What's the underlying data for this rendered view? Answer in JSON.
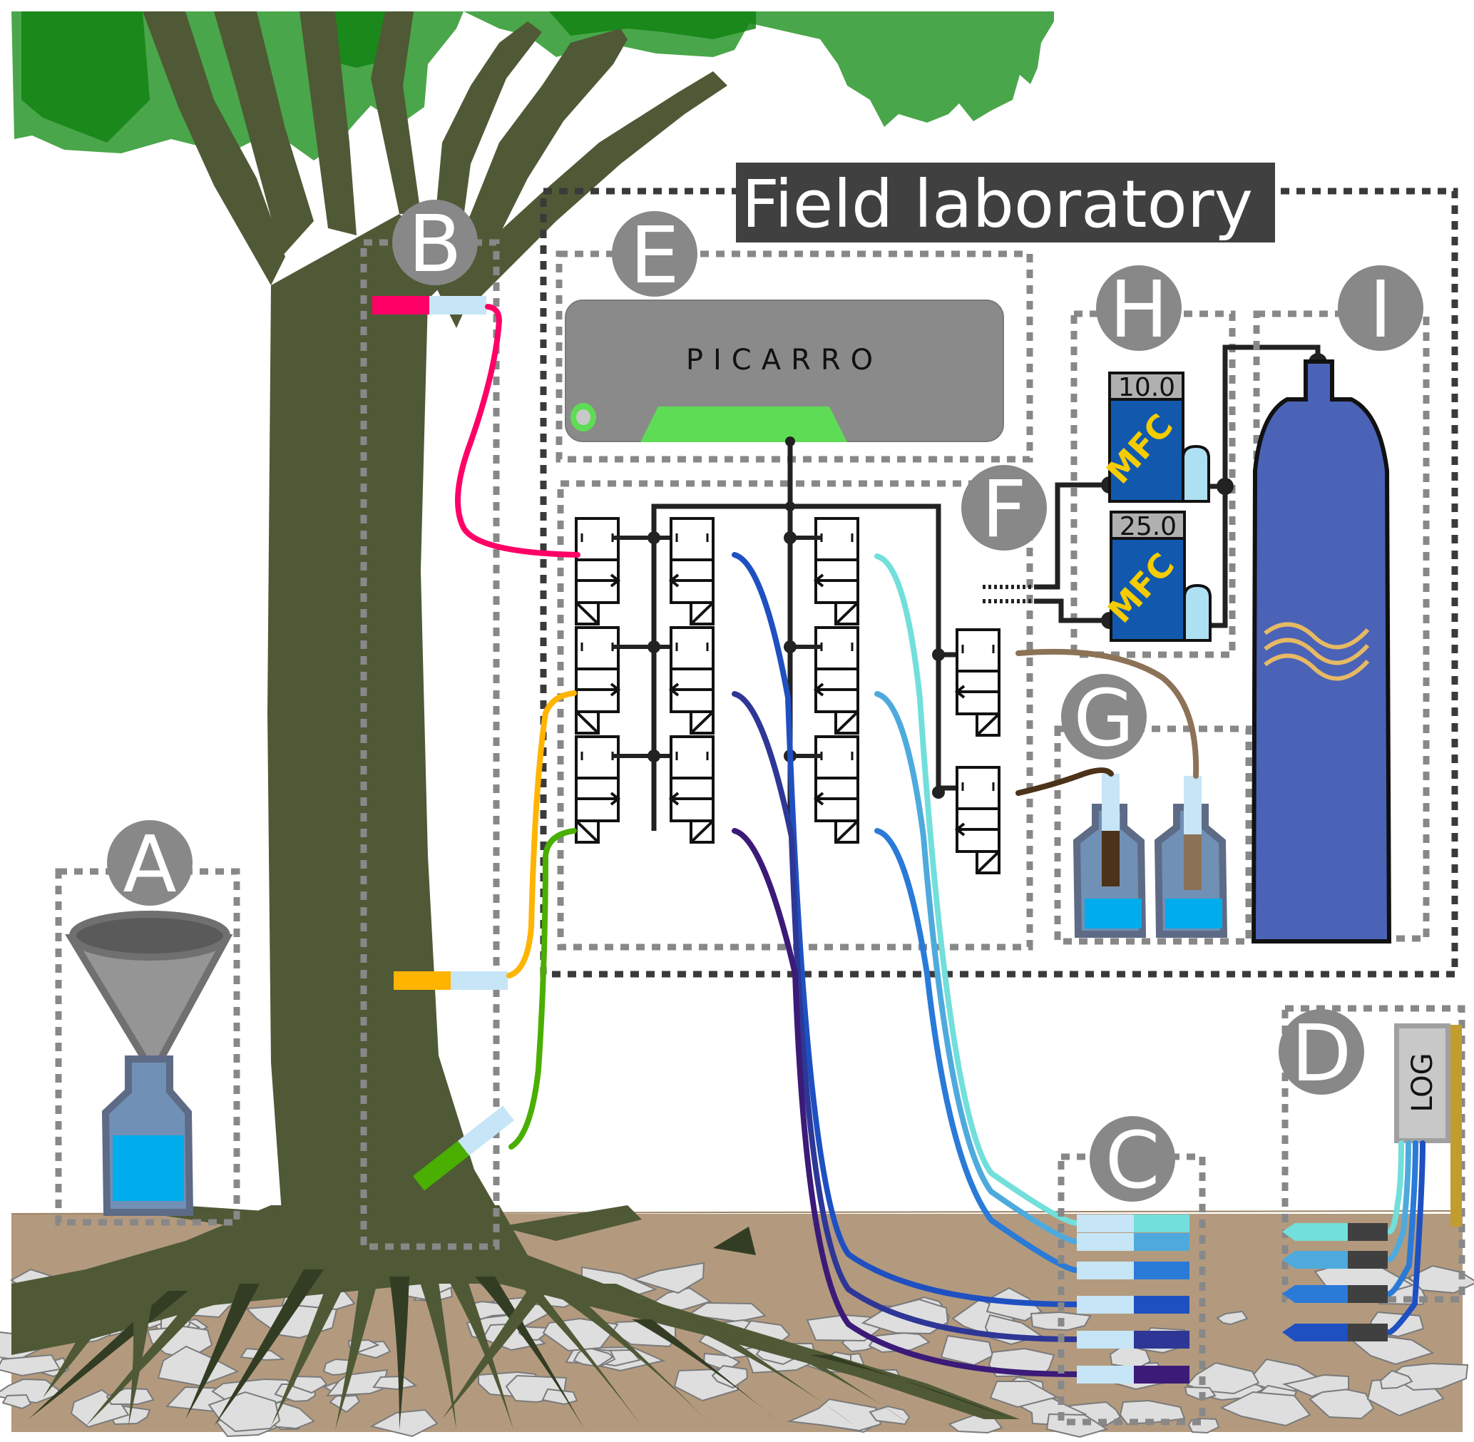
{
  "title": "Field laboratory",
  "labels": {
    "A": "A",
    "B": "B",
    "C": "C",
    "D": "D",
    "E": "E",
    "F": "F",
    "G": "G",
    "H": "H",
    "I": "I"
  },
  "components": {
    "A": {
      "name": "rain collector",
      "icon": "funnel-bottle-icon"
    },
    "B": {
      "name": "xylem probes on tree",
      "icon": "tree-probe-icon"
    },
    "C": {
      "name": "soil water vapor probes",
      "icon": "soil-probe-icon"
    },
    "D": {
      "name": "soil sensor logger",
      "icon": "logger-icon",
      "logger_label": "LOG"
    },
    "E": {
      "name": "isotope analyzer",
      "icon": "analyzer-icon",
      "brand": "PICARRO"
    },
    "F": {
      "name": "valve manifold",
      "icon": "valve-icon"
    },
    "G": {
      "name": "standards bottles",
      "icon": "bottle-icon"
    },
    "H": {
      "name": "mass flow controllers",
      "icon": "mfc-icon",
      "mfc": [
        {
          "label": "MFC",
          "value": "10.0"
        },
        {
          "label": "MFC",
          "value": "25.0"
        }
      ]
    },
    "I": {
      "name": "gas cylinder",
      "icon": "gas-cylinder-icon"
    }
  },
  "colors": {
    "sky": "#ffffff",
    "foliage": "#4aa64a",
    "foliage_dark": "#128312",
    "trunk": "#4f5936",
    "root_dark": "#333d24",
    "soil": "#b39a7e",
    "stone": "#dedede",
    "label_circle": "#888888",
    "title_bg": "#404040",
    "analyzer": "#8a8a8a",
    "analyzer_accent": "#5fdc55",
    "mfc_body": "#1259ad",
    "mfc_text": "#f5cc00",
    "cylinder": "#4a63b7",
    "cylinder_wave": "#e6b964",
    "probe_cap": "#c6e5f6",
    "water": "#00acec",
    "bottle": "#5e6b86",
    "logger_strip": "#c19d30"
  },
  "tubes": {
    "xylem": [
      "#ff0066",
      "#ffb400",
      "#4aaf00"
    ],
    "soil": [
      "#72dfdb",
      "#4eaadd",
      "#2a7ad8",
      "#1f50c1",
      "#2e3796",
      "#3b1a78"
    ],
    "standards": [
      "#8c7256",
      "#4c3218"
    ]
  }
}
